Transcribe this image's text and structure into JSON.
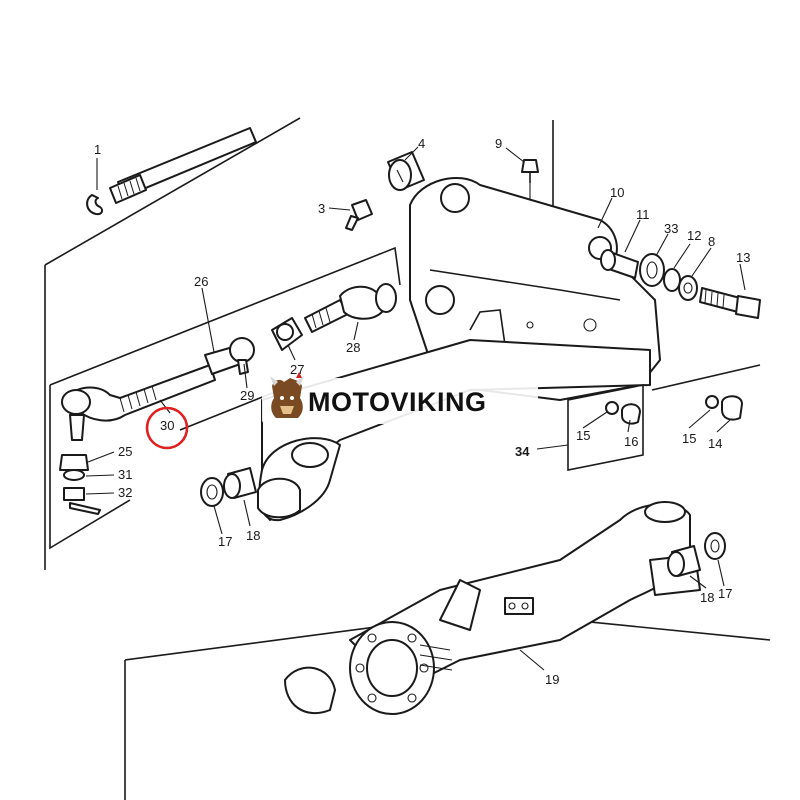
{
  "brand": {
    "name": "MOTOVIKING"
  },
  "colors": {
    "highlight": "#e02020",
    "ink": "#1a1a1a",
    "paper": "#ffffff"
  },
  "highlighted_part": "30",
  "callouts": [
    {
      "id": "1",
      "text": "1"
    },
    {
      "id": "3",
      "text": "3"
    },
    {
      "id": "4",
      "text": "4"
    },
    {
      "id": "8",
      "text": "8"
    },
    {
      "id": "9",
      "text": "9"
    },
    {
      "id": "10",
      "text": "10"
    },
    {
      "id": "11",
      "text": "11"
    },
    {
      "id": "12",
      "text": "12"
    },
    {
      "id": "13",
      "text": "13"
    },
    {
      "id": "14",
      "text": "14"
    },
    {
      "id": "15a",
      "text": "15"
    },
    {
      "id": "15b",
      "text": "15"
    },
    {
      "id": "16",
      "text": "16"
    },
    {
      "id": "17a",
      "text": "17"
    },
    {
      "id": "17b",
      "text": "17"
    },
    {
      "id": "18a",
      "text": "18"
    },
    {
      "id": "18b",
      "text": "18"
    },
    {
      "id": "25",
      "text": "25"
    },
    {
      "id": "26",
      "text": "26"
    },
    {
      "id": "27",
      "text": "27"
    },
    {
      "id": "28",
      "text": "28"
    },
    {
      "id": "29",
      "text": "29"
    },
    {
      "id": "30",
      "text": "30"
    },
    {
      "id": "31",
      "text": "31"
    },
    {
      "id": "32",
      "text": "32"
    },
    {
      "id": "33",
      "text": "33"
    },
    {
      "id": "34",
      "text": "34"
    },
    {
      "id": "19",
      "text": "19"
    }
  ]
}
